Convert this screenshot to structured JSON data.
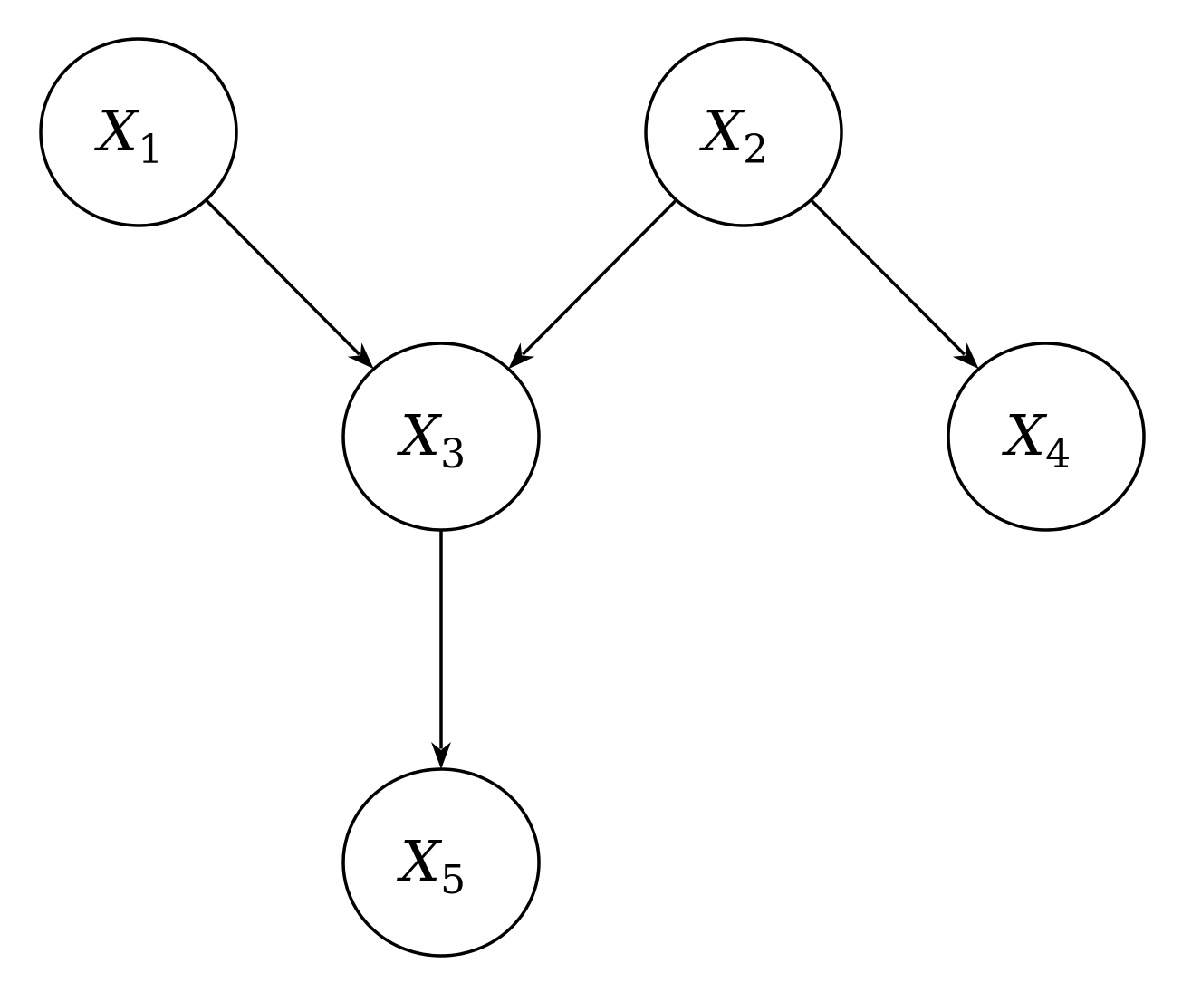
{
  "diagram": {
    "type": "directed-graph",
    "line_color": "#000000",
    "background": "#ffffff",
    "nodes": [
      {
        "id": "x1",
        "label": "X",
        "subscript": "1"
      },
      {
        "id": "x2",
        "label": "X",
        "subscript": "2"
      },
      {
        "id": "x3",
        "label": "X",
        "subscript": "3"
      },
      {
        "id": "x4",
        "label": "X",
        "subscript": "4"
      },
      {
        "id": "x5",
        "label": "X",
        "subscript": "5"
      }
    ],
    "edges": [
      {
        "from": "x1",
        "to": "x3"
      },
      {
        "from": "x2",
        "to": "x3"
      },
      {
        "from": "x2",
        "to": "x4"
      },
      {
        "from": "x3",
        "to": "x5"
      }
    ]
  }
}
